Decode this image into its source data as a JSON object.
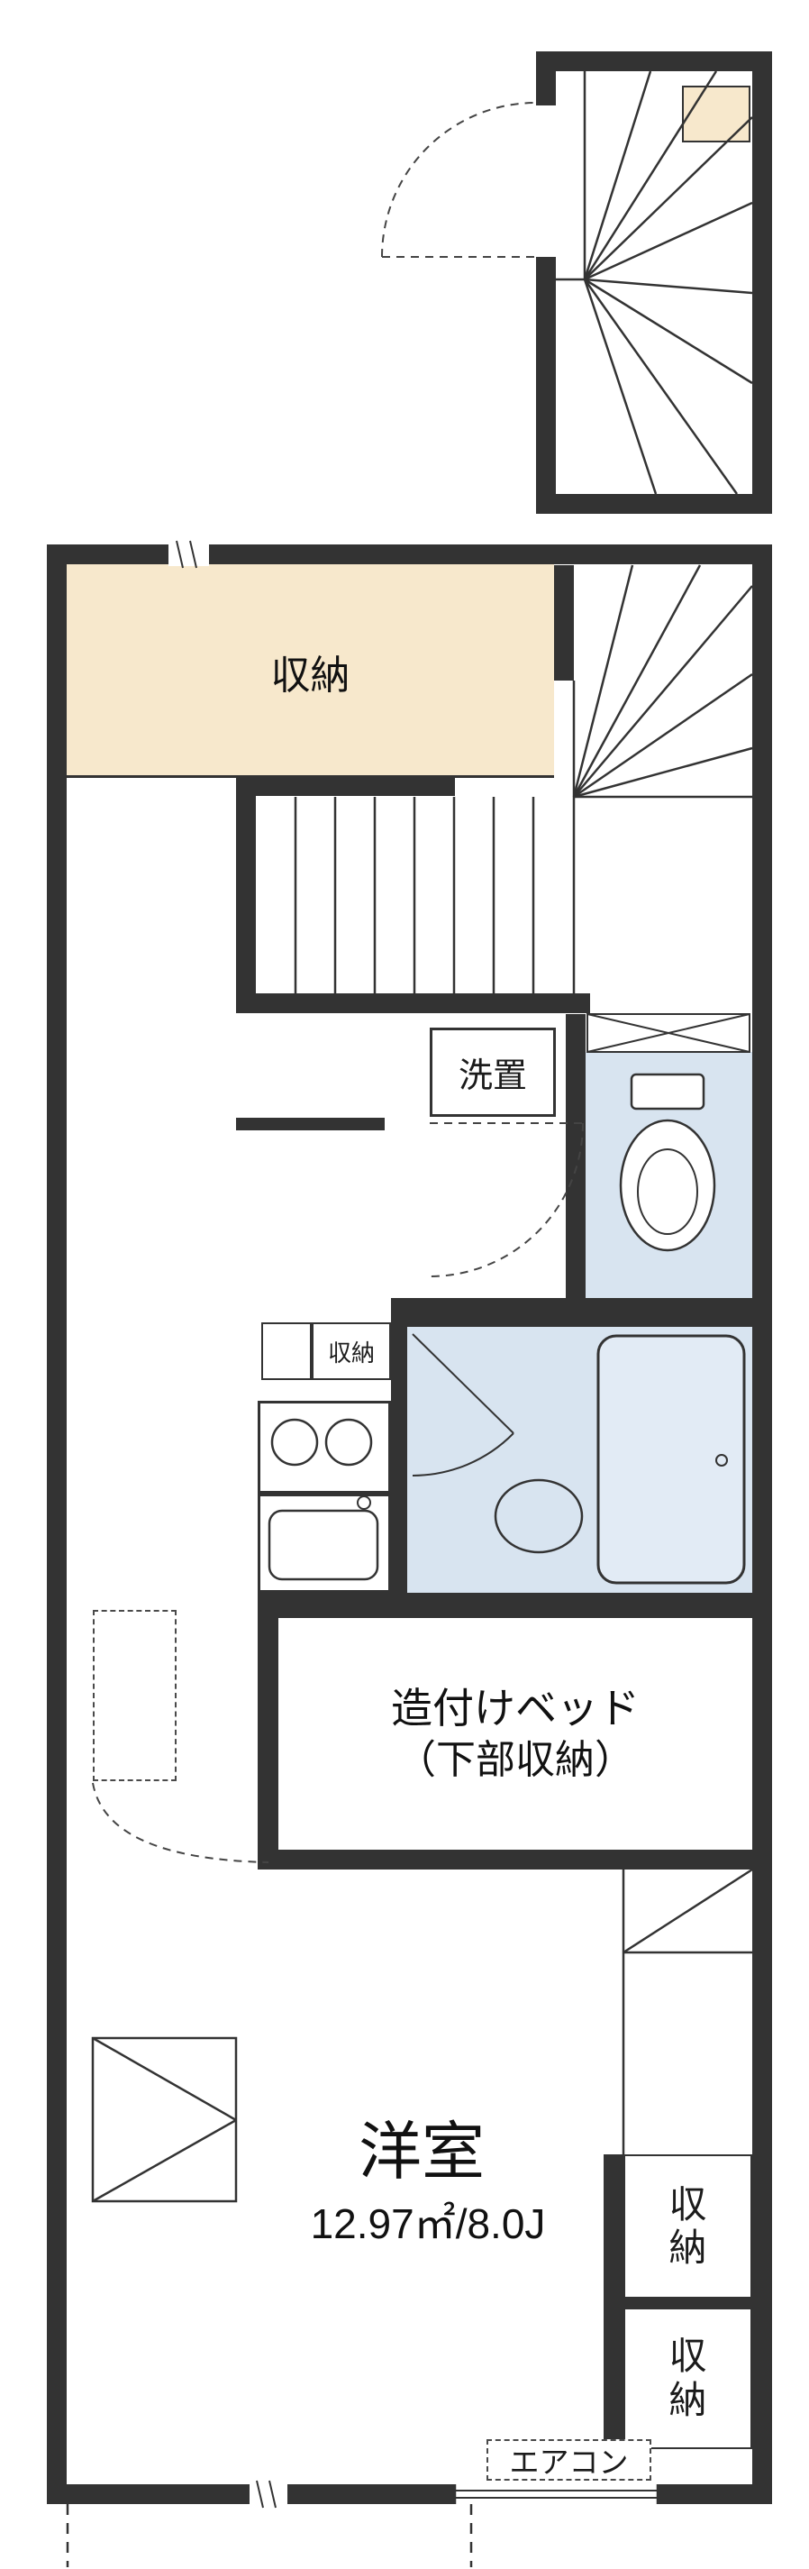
{
  "labels": {
    "upper_storage": "収納",
    "laundry": "洗置",
    "kitchen_storage": "収納",
    "bed_line1": "造付けベッド",
    "bed_line2": "（下部収納）",
    "room_name": "洋室",
    "room_area": "12.97㎡/8.0J",
    "closet_upper": "収納",
    "closet_lower": "収納",
    "aircon": "エアコン"
  },
  "colors": {
    "wall": "#333333",
    "storage_fill": "#f7e8cc",
    "wet_fill": "#d8e4f0",
    "line": "#333333",
    "background": "#ffffff"
  }
}
